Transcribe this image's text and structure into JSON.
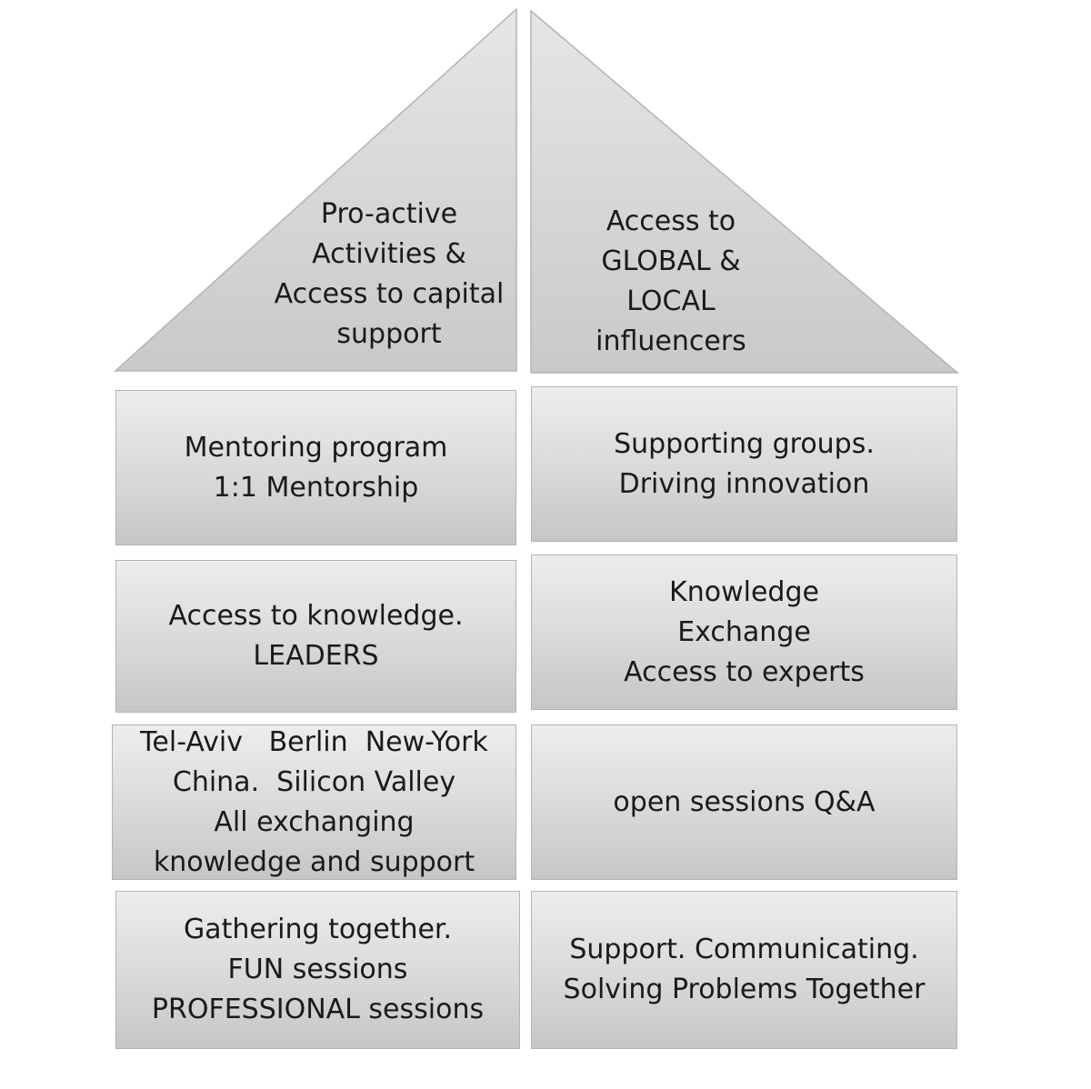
{
  "roof": {
    "left": {
      "lines": [
        "Pro-active",
        "Activities &",
        "Access to capital",
        "support"
      ]
    },
    "right": {
      "lines": [
        "Access to",
        "GLOBAL &",
        "LOCAL",
        "influencers"
      ]
    }
  },
  "rows": [
    {
      "left": {
        "lines": [
          "Mentoring program",
          "1:1 Mentorship"
        ]
      },
      "right": {
        "lines": [
          "Supporting groups.",
          "Driving innovation"
        ]
      }
    },
    {
      "left": {
        "lines": [
          "Access to knowledge.",
          "LEADERS"
        ]
      },
      "right": {
        "lines": [
          "Knowledge",
          "Exchange",
          "Access to experts"
        ]
      }
    },
    {
      "left": {
        "lines": [
          "Tel-Aviv   Berlin  New-York",
          "China.  Silicon Valley",
          "All exchanging",
          "knowledge and support"
        ]
      },
      "right": {
        "lines": [
          "open sessions Q&A"
        ]
      }
    },
    {
      "left": {
        "lines": [
          "Gathering together.",
          "FUN sessions",
          "PROFESSIONAL sessions"
        ]
      },
      "right": {
        "lines": [
          "Support. Communicating.",
          "Solving Problems Together"
        ]
      }
    }
  ],
  "colors": {
    "block_light": "#ededed",
    "block_dark": "#c6c6c6",
    "border": "#b3b3b3",
    "text": "#1a1a1a"
  }
}
